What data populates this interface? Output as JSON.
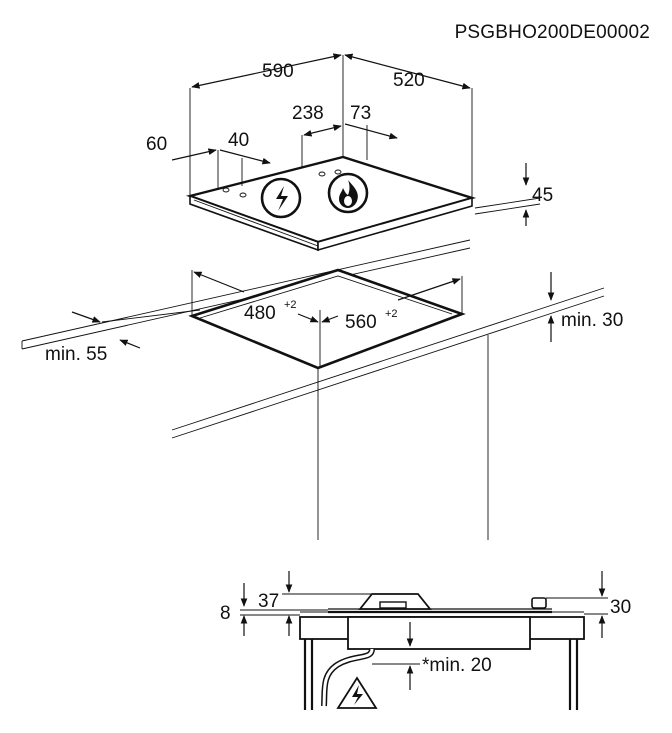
{
  "doc_code": "PSGBHO200DE00002",
  "top_dims": {
    "width": "590",
    "depth": "520",
    "d238": "238",
    "d73": "73",
    "d60": "60",
    "d40": "40",
    "height": "45"
  },
  "cutout": {
    "depth": "480",
    "depth_tol": "+2",
    "width": "560",
    "width_tol": "+2",
    "min_front": "min. 55",
    "min_back": "min. 30"
  },
  "side": {
    "d8": "8",
    "d37": "37",
    "d30": "30",
    "min_below": "*min. 20"
  },
  "icons": [
    "electric-spark-icon",
    "gas-flame-icon",
    "electric-warning-icon"
  ]
}
